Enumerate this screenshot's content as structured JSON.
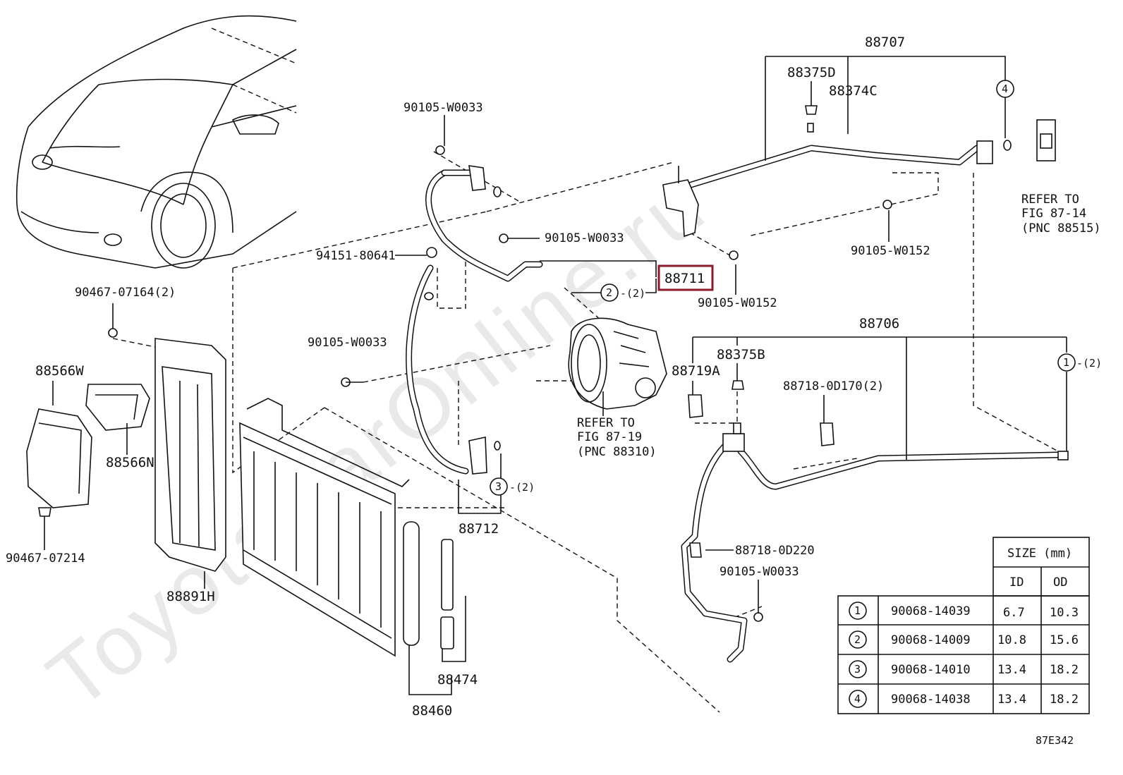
{
  "labels": {
    "p88707": "88707",
    "p88375D": "88375D",
    "p88374C": "88374C",
    "c4_top": "4",
    "refer_top_1": "REFER TO",
    "refer_top_2": "FIG 87-14",
    "refer_top_3": "(PNC 88515)",
    "b90105_w0033_a": "90105-W0033",
    "b90105_w0033_b": "90105-W0033",
    "b90105_w0033_c": "90105-W0033",
    "b90105_w0033_d": "90105-W0033",
    "b90105_w0152_a": "90105-W0152",
    "b90105_w0152_b": "90105-W0152",
    "p94151": "94151-80641",
    "p88711": "88711",
    "c2_mid": "2",
    "c2_mid_qty": "-(2)",
    "p90467_07164": "90467-07164(2)",
    "p88706": "88706",
    "p88375B": "88375B",
    "p88719A": "88719A",
    "p88718_0D170": "88718-0D170(2)",
    "c1_right": "1",
    "c1_right_qty": "-(2)",
    "p88566W": "88566W",
    "p88566N": "88566N",
    "refer_mid_1": "REFER TO",
    "refer_mid_2": "FIG 87-19",
    "refer_mid_3": "(PNC 88310)",
    "c3_mid": "3",
    "c3_mid_qty": "-(2)",
    "p88712": "88712",
    "p90467_07214": "90467-07214",
    "p88891H": "88891H",
    "p88718_0D220": "88718-0D220",
    "p88474": "88474",
    "p88460": "88460",
    "figure_code": "87E342",
    "watermark": "ToyotaCarOnline.ru"
  },
  "size_table": {
    "header_size": "SIZE (mm)",
    "header_id": "ID",
    "header_od": "OD",
    "rows": [
      {
        "ref": "1",
        "part": "90068-14039",
        "id": "6.7",
        "od": "10.3"
      },
      {
        "ref": "2",
        "part": "90068-14009",
        "id": "10.8",
        "od": "15.6"
      },
      {
        "ref": "3",
        "part": "90068-14010",
        "id": "13.4",
        "od": "18.2"
      },
      {
        "ref": "4",
        "part": "90068-14038",
        "id": "13.4",
        "od": "18.2"
      }
    ]
  },
  "highlight_color": "#8b1a2b"
}
